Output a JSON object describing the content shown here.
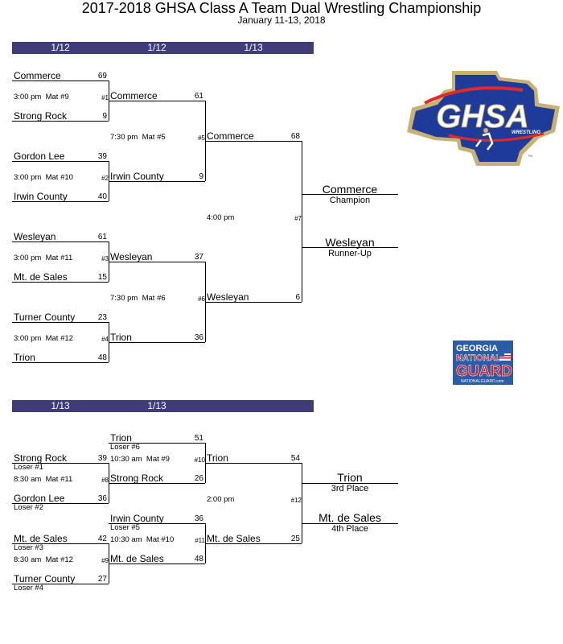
{
  "header": {
    "title": "2017-2018 GHSA Class A Team Dual Wrestling Championship",
    "subtitle": "January 11-13, 2018"
  },
  "colors": {
    "bar": "#403c7a",
    "logo_blue": "#1f3b9a",
    "logo_gold": "#c8b273",
    "logo_red": "#e02a2a",
    "guard_blue": "#2b5ca8",
    "guard_red": "#d8202a"
  },
  "championship": {
    "round_dates": [
      "1/12",
      "1/12",
      "1/13"
    ],
    "round1": [
      {
        "team1": "Commerce",
        "score1": "69",
        "team2": "Strong Rock",
        "score2": "9",
        "time": "3:00 pm",
        "mat": "Mat #9",
        "match": "#1"
      },
      {
        "team1": "Gordon Lee",
        "score1": "39",
        "team2": "Irwin County",
        "score2": "40",
        "time": "3:00 pm",
        "mat": "Mat #10",
        "match": "#2"
      },
      {
        "team1": "Wesleyan",
        "score1": "61",
        "team2": "Mt. de Sales",
        "score2": "15",
        "time": "3:00 pm",
        "mat": "Mat #11",
        "match": "#3"
      },
      {
        "team1": "Turner County",
        "score1": "23",
        "team2": "Trion",
        "score2": "48",
        "time": "3:00 pm",
        "mat": "Mat #12",
        "match": "#4"
      }
    ],
    "semis": [
      {
        "team1": "Commerce",
        "score1": "61",
        "team2": "Irwin County",
        "score2": "9",
        "time": "7:30 pm",
        "mat": "Mat #5",
        "match": "#5"
      },
      {
        "team1": "Wesleyan",
        "score1": "37",
        "team2": "Trion",
        "score2": "36",
        "time": "7:30 pm",
        "mat": "Mat #6",
        "match": "#6"
      }
    ],
    "final": {
      "team1": "Commerce",
      "score1": "68",
      "team2": "Wesleyan",
      "score2": "6",
      "time": "4:00 pm",
      "match": "#7"
    },
    "champion": {
      "team": "Commerce",
      "label": "Champion"
    },
    "runner_up": {
      "team": "Wesleyan",
      "label": "Runner-Up"
    }
  },
  "consolation": {
    "round_dates": [
      "1/13",
      "1/13"
    ],
    "round1": [
      {
        "team1": "Strong Rock",
        "loser1": "Loser #1",
        "score1": "39",
        "team2": "Gordon Lee",
        "loser2": "Loser #2",
        "score2": "36",
        "time": "8:30 am",
        "mat": "Mat #11",
        "match": "#8"
      },
      {
        "team1": "Mt. de Sales",
        "loser1": "Loser #3",
        "score1": "42",
        "team2": "Turner County",
        "loser2": "Loser #4",
        "score2": "27",
        "time": "8:30 am",
        "mat": "Mat #12",
        "match": "#9"
      }
    ],
    "round2": [
      {
        "team1": "Trion",
        "loser1": "Loser #6",
        "score1": "51",
        "team2": "Strong Rock",
        "score2": "26",
        "time": "10:30 am",
        "mat": "Mat #9",
        "match": "#10"
      },
      {
        "team1": "Irwin County",
        "loser1": "Loser #5",
        "score1": "36",
        "team2": "Mt. de Sales",
        "score2": "48",
        "time": "10:30 am",
        "mat": "Mat #10",
        "match": "#11"
      }
    ],
    "final": {
      "team1": "Trion",
      "score1": "54",
      "team2": "Mt. de Sales",
      "score2": "25",
      "time": "2:00 pm",
      "match": "#12"
    },
    "third": {
      "team": "Trion",
      "label": "3rd Place"
    },
    "fourth": {
      "team": "Mt. de Sales",
      "label": "4th Place"
    }
  },
  "logos": {
    "ghsa": {
      "text": "GHSA",
      "sub": "WRESTLING",
      "tm": "TM"
    },
    "guard": {
      "line1": "GEORGIA",
      "line2": "NATIONAL",
      "line3": "GUARD",
      "url": "NATIONALGUARD.com"
    }
  }
}
